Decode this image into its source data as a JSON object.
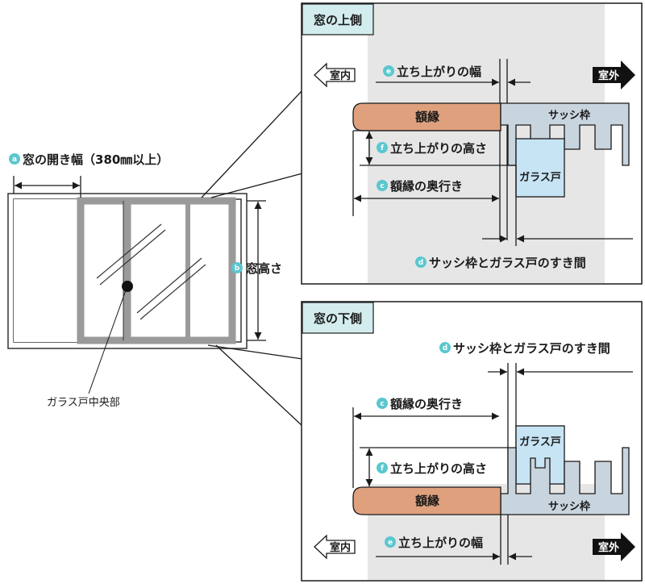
{
  "labels": {
    "window_width": "窓の開き幅（380㎜以上）",
    "window_height": "窓高さ",
    "glass_center": "ガラス戸中央部",
    "top_panel_title": "窓の上側",
    "bottom_panel_title": "窓の下側",
    "indoor": "室内",
    "outdoor": "室外",
    "rise_width": "立ち上がりの幅",
    "frame_depth": "額縁の奥行き",
    "rise_height": "立ち上がりの高さ",
    "gap": "サッシ枠とガラス戸のすき間",
    "frame": "額縁",
    "sash_frame": "サッシ枠",
    "glass_door": "ガラス戸"
  },
  "badges": {
    "a": "a",
    "b": "b",
    "c": "c",
    "d": "d",
    "e": "e",
    "f": "f"
  },
  "colors": {
    "accent": "#5bc7cf",
    "frame_wood": "#dfa07d",
    "sash": "#c8d4de",
    "glass": "#c6e4f4",
    "band": "#e6e6e6",
    "title_bg": "#d3ecee",
    "window_gray": "#9a9a9a"
  }
}
